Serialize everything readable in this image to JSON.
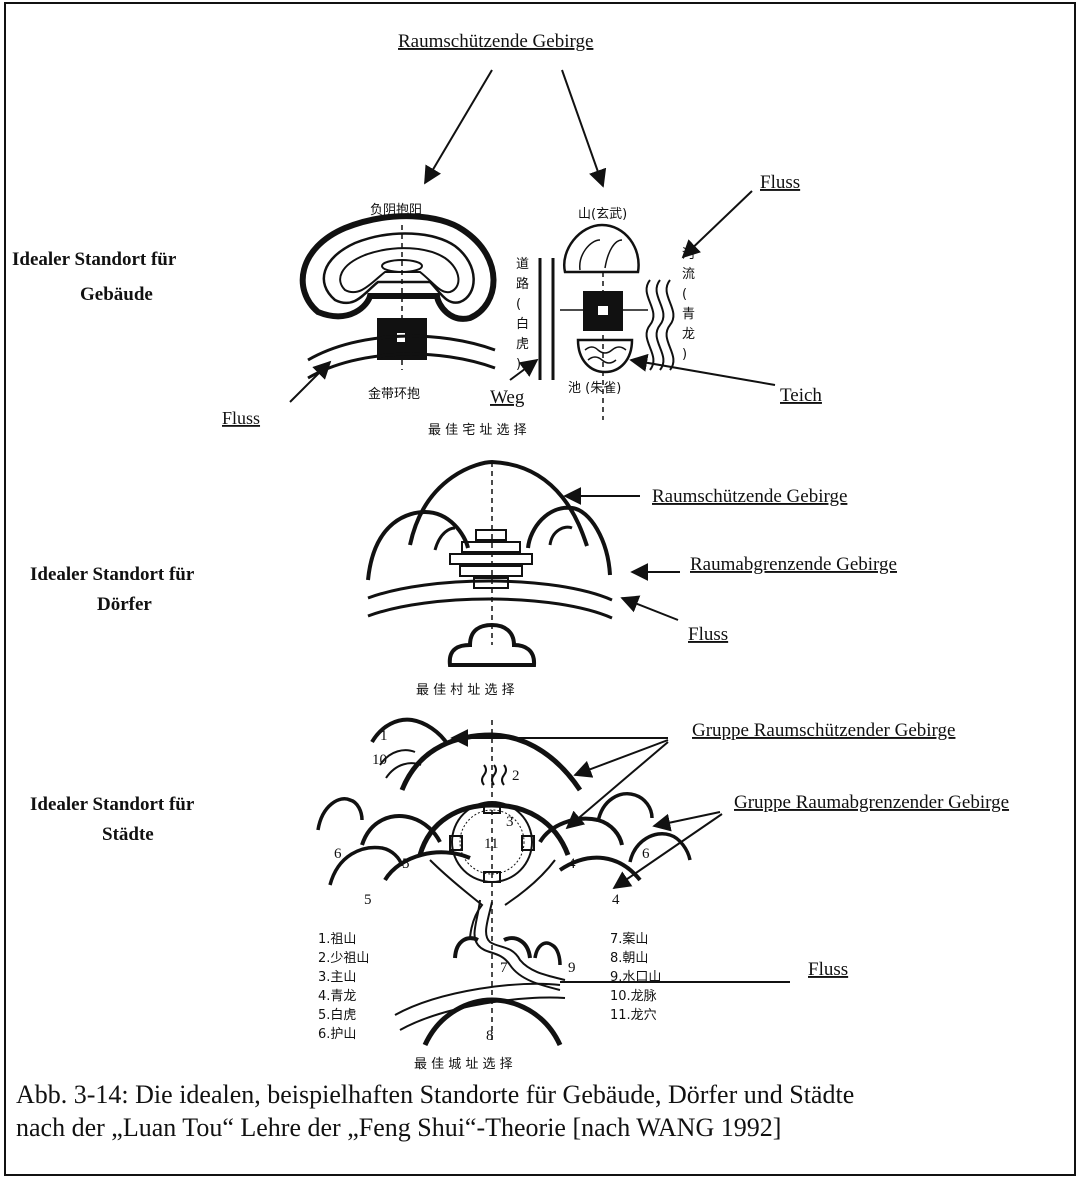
{
  "side_labels": {
    "gebaeude": [
      "Idealer Standort für",
      "Gebäude"
    ],
    "doerfer": [
      "Idealer Standort für",
      "Dörfer"
    ],
    "staedte": [
      "Idealer Standort für",
      "Städte"
    ]
  },
  "labels": {
    "top_raumschuetzend": "Raumschützende Gebirge",
    "fluss_right_top": "Fluss",
    "fluss_left": "Fluss",
    "weg": "Weg",
    "teich": "Teich",
    "dorf_raumschuetzend": "Raumschützende Gebirge",
    "dorf_raumabgrenzend": "Raumabgrenzende Gebirge",
    "dorf_fluss": "Fluss",
    "stadt_gruppe_schuetz": "Gruppe Raumschützender Gebirge",
    "stadt_gruppe_abgrenz": "Gruppe Raumabgrenzender Gebirge",
    "stadt_fluss": "Fluss"
  },
  "chinese": {
    "house_left_top": "负阴抱阳",
    "house_left_bottom": "金带环抱",
    "house_right_top": "山(玄武)",
    "house_road": [
      "道",
      "路",
      "(",
      "白",
      "虎",
      ")"
    ],
    "house_river": [
      "河",
      "流",
      "(",
      "青",
      "龙",
      ")"
    ],
    "house_pond": "池  (朱雀)",
    "house_caption": "最 佳 宅 址 选 择",
    "village_caption": "最 佳 村 址 选 择",
    "city_caption": "最 佳 城 址 选 择",
    "legend_left": [
      "1.祖山",
      "2.少祖山",
      "3.主山",
      "4.青龙",
      "5.白虎",
      "6.护山"
    ],
    "legend_right": [
      "7.案山",
      "8.朝山",
      "9.水口山",
      "10.龙脉",
      "11.龙穴"
    ]
  },
  "city_numbers": [
    "1",
    "10",
    "2",
    "3",
    "11",
    "5",
    "4",
    "6",
    "6",
    "5",
    "4",
    "7",
    "9",
    "8"
  ],
  "caption": {
    "line1": "Abb. 3-14: Die idealen, beispielhaften Standorte für Gebäude, Dörfer und Städte",
    "line2": "nach der „Luan Tou“ Lehre der „Feng Shui“-Theorie  [nach WANG 1992]"
  }
}
